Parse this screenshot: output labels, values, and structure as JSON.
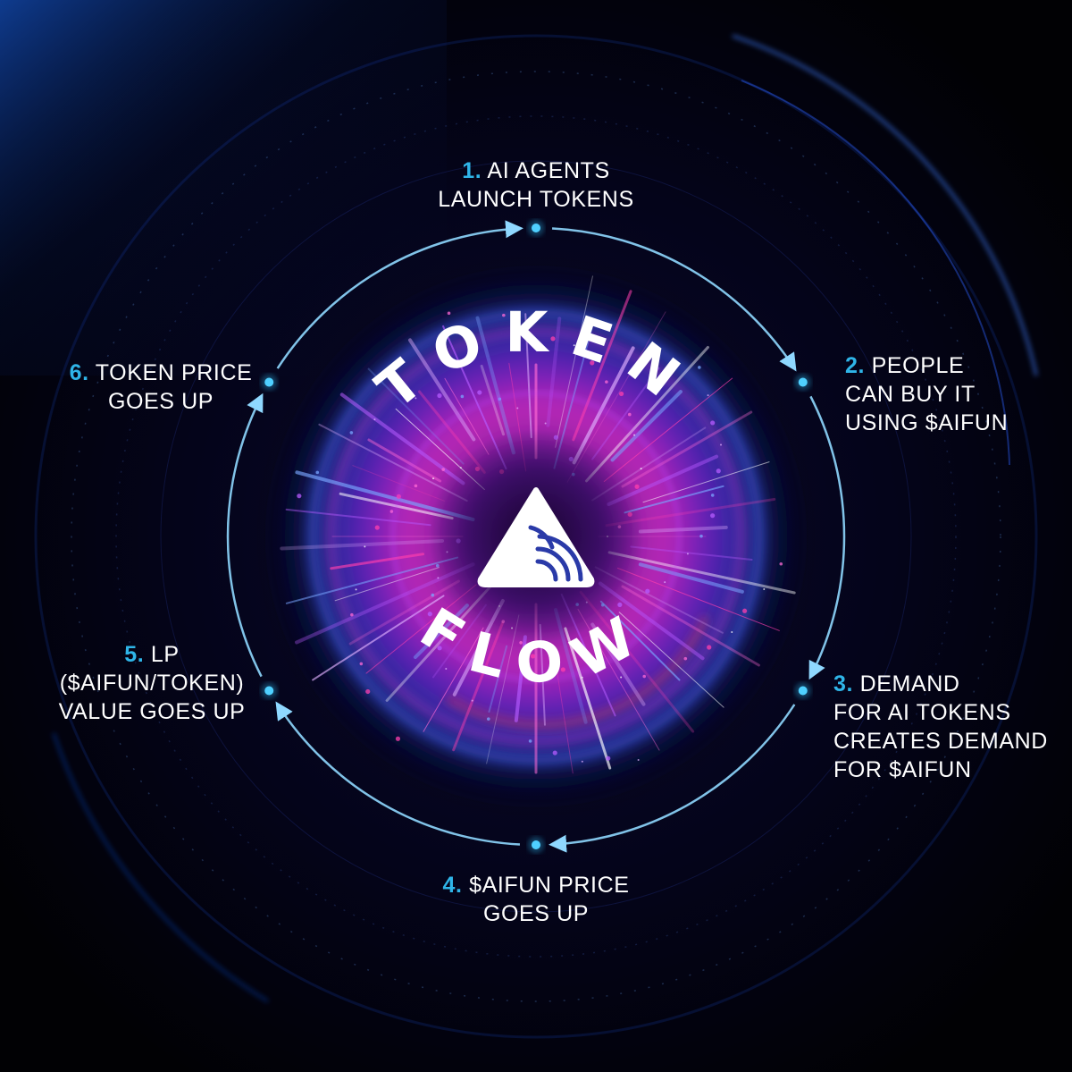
{
  "title": {
    "top_word": "TOKEN",
    "bottom_word": "FLOW"
  },
  "steps": [
    {
      "num": "1.",
      "lines": [
        "AI AGENTS",
        "LAUNCH TOKENS"
      ]
    },
    {
      "num": "2.",
      "lines": [
        "PEOPLE",
        "CAN BUY IT",
        "USING $AIFUN"
      ]
    },
    {
      "num": "3.",
      "lines": [
        "DEMAND",
        "FOR AI TOKENS",
        "CREATES DEMAND",
        "FOR $AIFUN"
      ]
    },
    {
      "num": "4.",
      "lines": [
        "$AIFUN PRICE",
        "GOES UP"
      ]
    },
    {
      "num": "5.",
      "lines": [
        "LP",
        "($AIFUN/TOKEN)",
        "VALUE GOES UP"
      ]
    },
    {
      "num": "6.",
      "lines": [
        "TOKEN PRICE",
        "GOES UP"
      ]
    }
  ],
  "colors": {
    "background": "#020207",
    "accent_cyan": "#2fb5e8",
    "cycle_ring": "#8fd8ff",
    "glow_magenta": "#d22cc8",
    "glow_blue": "#3b55ff",
    "text": "#ffffff"
  },
  "icons": {
    "center_logo": "triangle-wave-logo-icon"
  }
}
